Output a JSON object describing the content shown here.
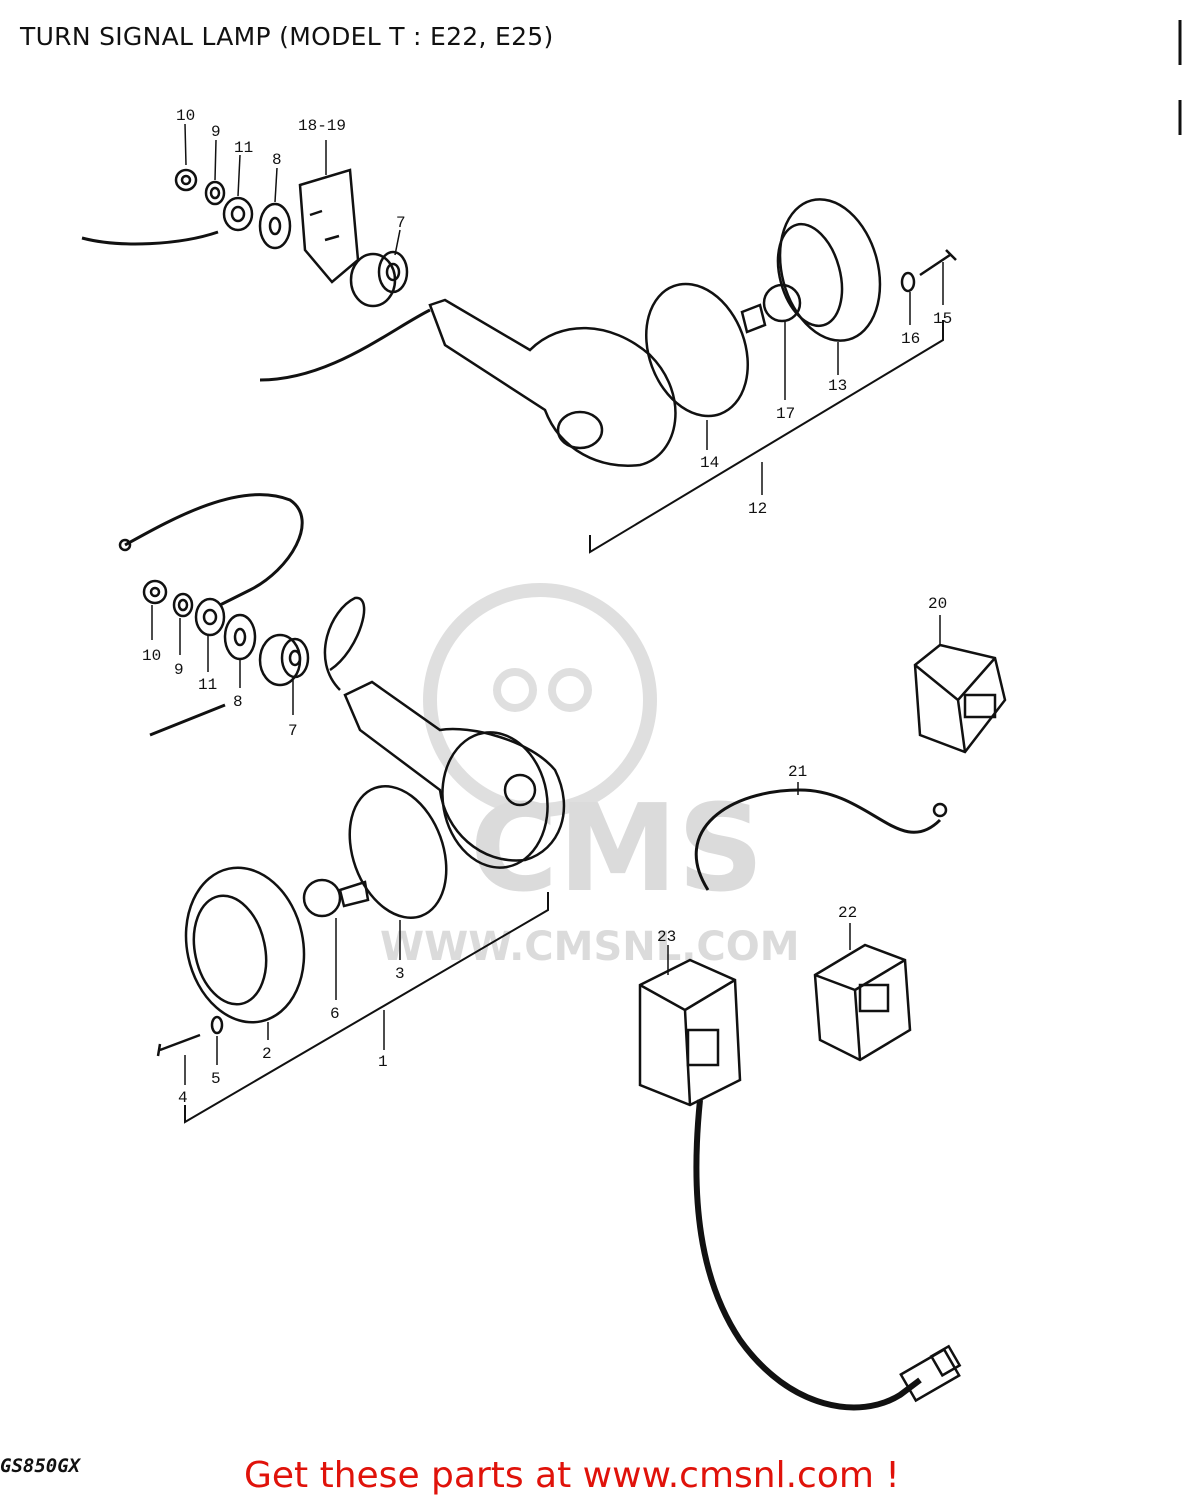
{
  "title": "TURN SIGNAL LAMP (MODEL T : E22, E25)",
  "model_code": "GS850GX",
  "promo_text": "Get these parts at www.cmsnl.com !",
  "watermark": {
    "brand": "CMS",
    "url": "WWW.CMSNL.COM"
  },
  "callouts": {
    "c1": "1",
    "c2": "2",
    "c3": "3",
    "c4": "4",
    "c5": "5",
    "c6": "6",
    "c7a": "7",
    "c7b": "7",
    "c8a": "8",
    "c8b": "8",
    "c9a": "9",
    "c9b": "9",
    "c10a": "10",
    "c10b": "10",
    "c11a": "11",
    "c11b": "11",
    "c12": "12",
    "c13": "13",
    "c14": "14",
    "c15": "15",
    "c16": "16",
    "c17": "17",
    "c18": "18-19",
    "c20": "20",
    "c21": "21",
    "c22": "22",
    "c23": "23"
  }
}
